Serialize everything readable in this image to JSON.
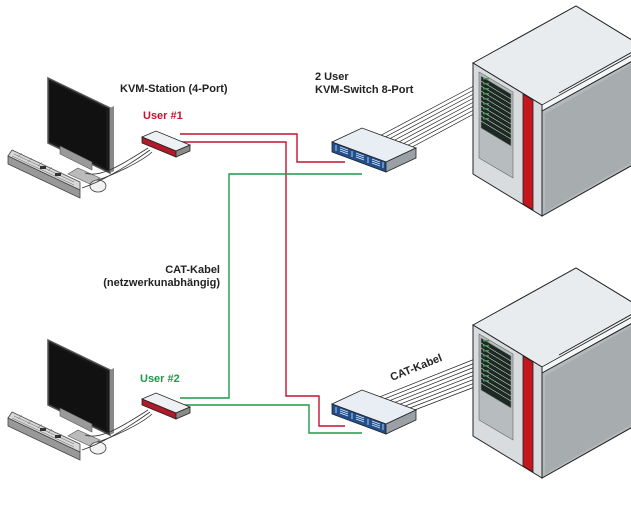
{
  "diagram": {
    "title": "2 User KVM-Switch 8-Port Verkabelung",
    "labels": {
      "kvm_station": "KVM-Station (4-Port)",
      "user1": "User #1",
      "user2": "User #2",
      "switch_line1": "2 User",
      "switch_line2": "KVM-Switch 8-Port",
      "cat_cable_line1": "CAT-Kabel",
      "cat_cable_line2": "(netzwerkunabhängig)",
      "cat_cable_rack": "CAT-Kabel"
    },
    "colors": {
      "user1_cable": "#c4122f",
      "user2_cable": "#1e9a4a",
      "rack_accent": "#c4161c",
      "switch_front": "#1f4f8f"
    },
    "nodes": [
      {
        "id": "workstation-1",
        "type": "workstation",
        "user": "User #1"
      },
      {
        "id": "workstation-2",
        "type": "workstation",
        "user": "User #2"
      },
      {
        "id": "kvm-extender-1",
        "type": "kvm-station"
      },
      {
        "id": "kvm-extender-2",
        "type": "kvm-station"
      },
      {
        "id": "kvm-switch-1",
        "type": "kvm-switch",
        "ports": 8
      },
      {
        "id": "kvm-switch-2",
        "type": "kvm-switch",
        "ports": 8
      },
      {
        "id": "server-rack-1",
        "type": "server-rack"
      },
      {
        "id": "server-rack-2",
        "type": "server-rack"
      }
    ],
    "edges": [
      {
        "from": "kvm-extender-1",
        "to": "kvm-switch-1",
        "color": "red"
      },
      {
        "from": "kvm-extender-1",
        "to": "kvm-switch-2",
        "color": "red"
      },
      {
        "from": "kvm-extender-2",
        "to": "kvm-switch-1",
        "color": "green"
      },
      {
        "from": "kvm-extender-2",
        "to": "kvm-switch-2",
        "color": "green"
      },
      {
        "from": "kvm-switch-1",
        "to": "server-rack-1",
        "cable_count": 8
      },
      {
        "from": "kvm-switch-2",
        "to": "server-rack-2",
        "cable_count": 8
      }
    ]
  }
}
